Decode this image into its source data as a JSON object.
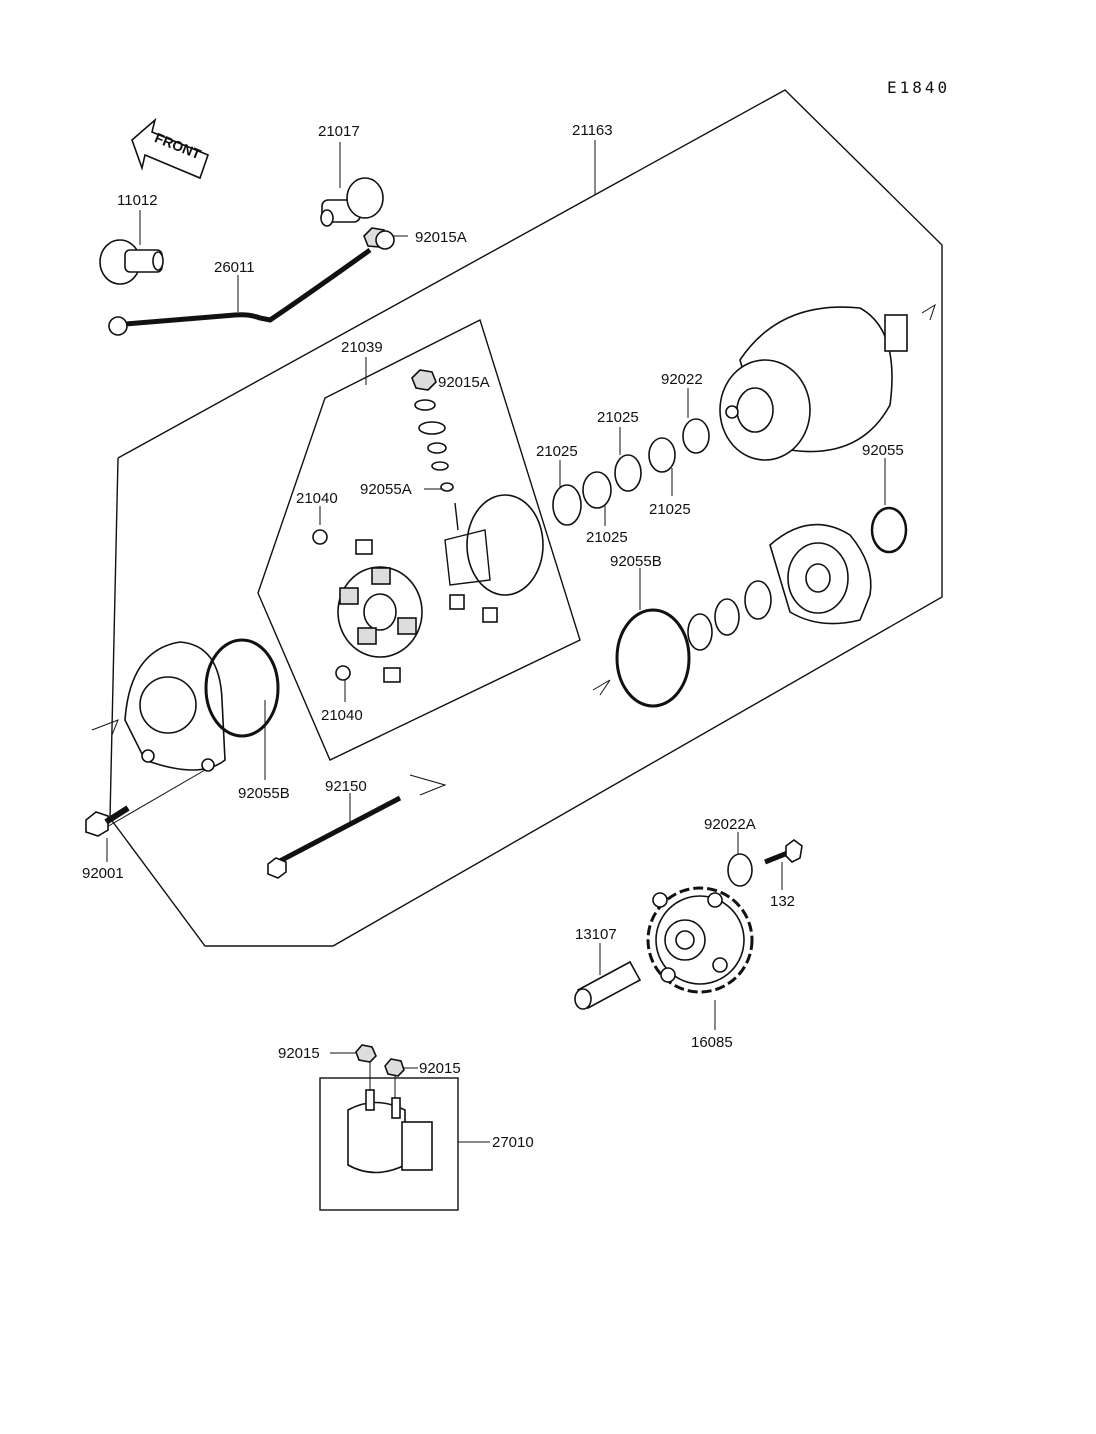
{
  "diagram_code": "E1840",
  "front_label": "FRONT",
  "parts": {
    "p21017": "21017",
    "p21163": "21163",
    "p11012": "11012",
    "p92015A_top": "92015A",
    "p26011": "26011",
    "p21039": "21039",
    "p92015A_mid": "92015A",
    "p92022": "92022",
    "p21025_a": "21025",
    "p21025_b": "21025",
    "p21025_c": "21025",
    "p21025_d": "21025",
    "p92055": "92055",
    "p92055A": "92055A",
    "p21040_a": "21040",
    "p21040_b": "21040",
    "p92055B_a": "92055B",
    "p92055B_b": "92055B",
    "p92150": "92150",
    "p92001": "92001",
    "p92022A": "92022A",
    "p132": "132",
    "p13107": "13107",
    "p16085": "16085",
    "p92015_a": "92015",
    "p92015_b": "92015",
    "p27010": "27010"
  }
}
